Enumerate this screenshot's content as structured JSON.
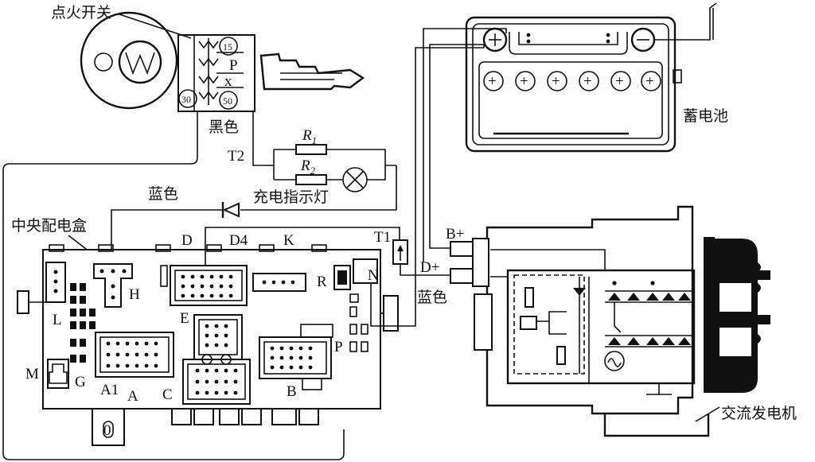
{
  "labels": {
    "ignition_switch": "点火开关",
    "terminal_15": "15",
    "terminal_p": "P",
    "terminal_x": "x",
    "terminal_30": "30",
    "terminal_50": "50",
    "black": "黑色",
    "t2": "T2",
    "r1": "R",
    "r1_sub": "1",
    "r2": "R",
    "r2_sub": "2",
    "blue_top": "蓝色",
    "charge_lamp": "充电指示灯",
    "central_box": "中央配电盒",
    "d": "D",
    "d4": "D4",
    "k": "K",
    "t1": "T1",
    "r": "R",
    "n": "N",
    "h": "H",
    "l": "L",
    "e": "E",
    "p": "P",
    "m": "M",
    "g": "G",
    "a1": "A1",
    "a": "A",
    "c": "C",
    "b": "B",
    "b_plus": "B+",
    "d_plus": "D+",
    "blue_right": "蓝色",
    "battery": "蓄电池",
    "alternator": "交流发电机",
    "plus": "+",
    "minus": "−",
    "zero": "0"
  },
  "colors": {
    "ink": "#111111",
    "paper": "#ffffff"
  }
}
